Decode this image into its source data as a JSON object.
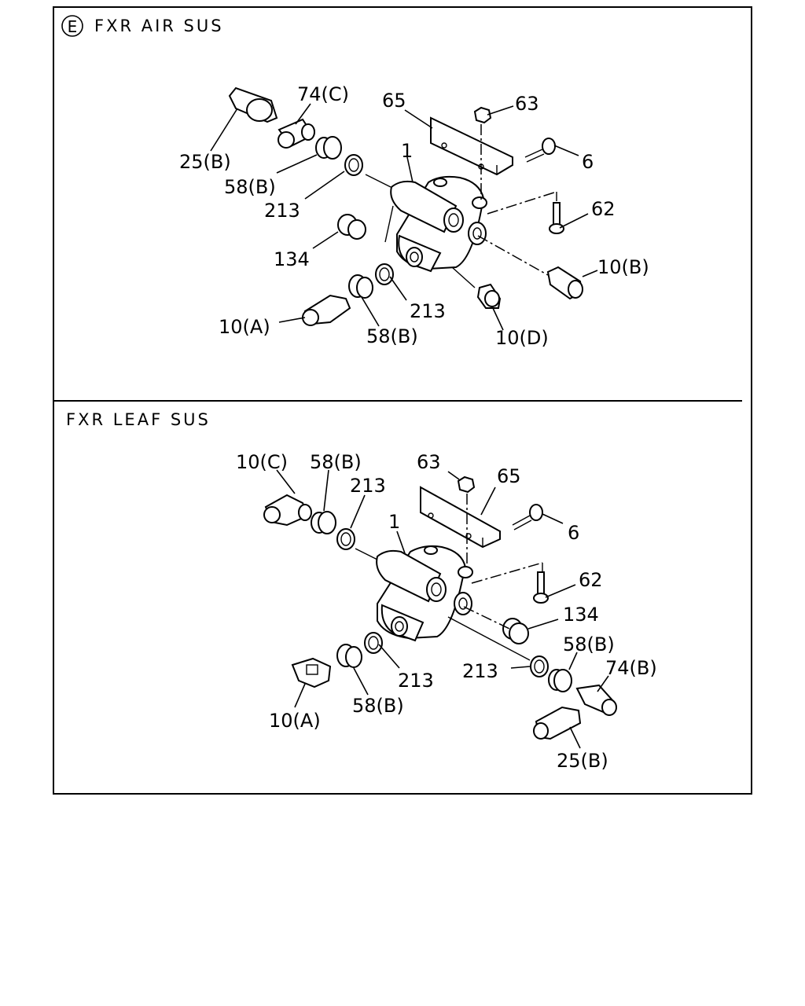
{
  "sections": [
    {
      "marker": "E",
      "title": "FXR AIR SUS",
      "callouts": [
        {
          "text": "74(C)"
        },
        {
          "text": "65"
        },
        {
          "text": "63"
        },
        {
          "text": "25(B)"
        },
        {
          "text": "6"
        },
        {
          "text": "58(B)"
        },
        {
          "text": "1"
        },
        {
          "text": "213"
        },
        {
          "text": "62"
        },
        {
          "text": "134"
        },
        {
          "text": "10(B)"
        },
        {
          "text": "213"
        },
        {
          "text": "10(A)"
        },
        {
          "text": "58(B)"
        },
        {
          "text": "10(D)"
        }
      ]
    },
    {
      "title": "FXR LEAF SUS",
      "callouts": [
        {
          "text": "10(C)"
        },
        {
          "text": "58(B)"
        },
        {
          "text": "63"
        },
        {
          "text": "213"
        },
        {
          "text": "65"
        },
        {
          "text": "1"
        },
        {
          "text": "6"
        },
        {
          "text": "62"
        },
        {
          "text": "134"
        },
        {
          "text": "58(B)"
        },
        {
          "text": "213"
        },
        {
          "text": "74(B)"
        },
        {
          "text": "213"
        },
        {
          "text": "10(A)"
        },
        {
          "text": "58(B)"
        },
        {
          "text": "25(B)"
        }
      ]
    }
  ]
}
